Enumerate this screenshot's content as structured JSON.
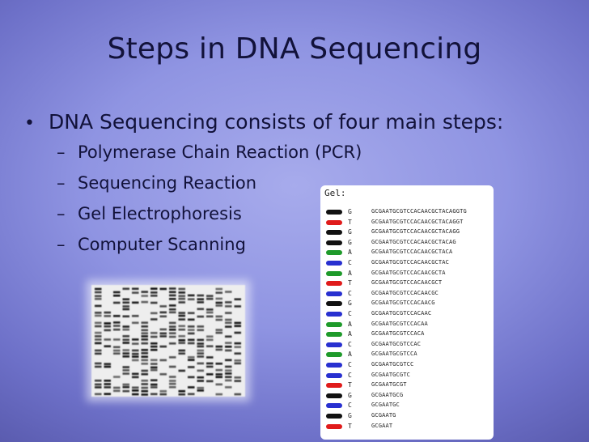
{
  "slide": {
    "title": "Steps in DNA Sequencing",
    "bullet": "DNA Sequencing consists of four main steps:",
    "steps": [
      "Polymerase Chain Reaction (PCR)",
      "Sequencing Reaction",
      "Gel Electrophoresis",
      "Computer Scanning"
    ]
  },
  "gel_figure": {
    "label": "Gel:",
    "rows": [
      {
        "color": "black",
        "base": "G",
        "seq": "GCGAATGCGTCCACAACGCTACAGGTG"
      },
      {
        "color": "red",
        "base": "T",
        "seq": "GCGAATGCGTCCACAACGCTACAGGT"
      },
      {
        "color": "black",
        "base": "G",
        "seq": "GCGAATGCGTCCACAACGCTACAGG"
      },
      {
        "color": "black",
        "base": "G",
        "seq": "GCGAATGCGTCCACAACGCTACAG"
      },
      {
        "color": "green",
        "base": "A",
        "seq": "GCGAATGCGTCCACAACGCTACA"
      },
      {
        "color": "blue",
        "base": "C",
        "seq": "GCGAATGCGTCCACAACGCTAC"
      },
      {
        "color": "green",
        "base": "A",
        "seq": "GCGAATGCGTCCACAACGCTA"
      },
      {
        "color": "red",
        "base": "T",
        "seq": "GCGAATGCGTCCACAACGCT"
      },
      {
        "color": "blue",
        "base": "C",
        "seq": "GCGAATGCGTCCACAACGC"
      },
      {
        "color": "black",
        "base": "G",
        "seq": "GCGAATGCGTCCACAACG"
      },
      {
        "color": "blue",
        "base": "C",
        "seq": "GCGAATGCGTCCACAAC"
      },
      {
        "color": "green",
        "base": "A",
        "seq": "GCGAATGCGTCCACAA"
      },
      {
        "color": "green",
        "base": "A",
        "seq": "GCGAATGCGTCCACA"
      },
      {
        "color": "blue",
        "base": "C",
        "seq": "GCGAATGCGTCCAC"
      },
      {
        "color": "green",
        "base": "A",
        "seq": "GCGAATGCGTCCA"
      },
      {
        "color": "blue",
        "base": "C",
        "seq": "GCGAATGCGTCC"
      },
      {
        "color": "blue",
        "base": "C",
        "seq": "GCGAATGCGTC"
      },
      {
        "color": "red",
        "base": "T",
        "seq": "GCGAATGCGT"
      },
      {
        "color": "black",
        "base": "G",
        "seq": "GCGAATGCG"
      },
      {
        "color": "blue",
        "base": "C",
        "seq": "GCGAATGC"
      },
      {
        "color": "black",
        "base": "G",
        "seq": "GCGAATG"
      },
      {
        "color": "red",
        "base": "T",
        "seq": "GCGAAT"
      }
    ],
    "pill_colors": {
      "black": "#111111",
      "red": "#e01b1b",
      "green": "#1e9a2a",
      "blue": "#2830d0"
    }
  }
}
